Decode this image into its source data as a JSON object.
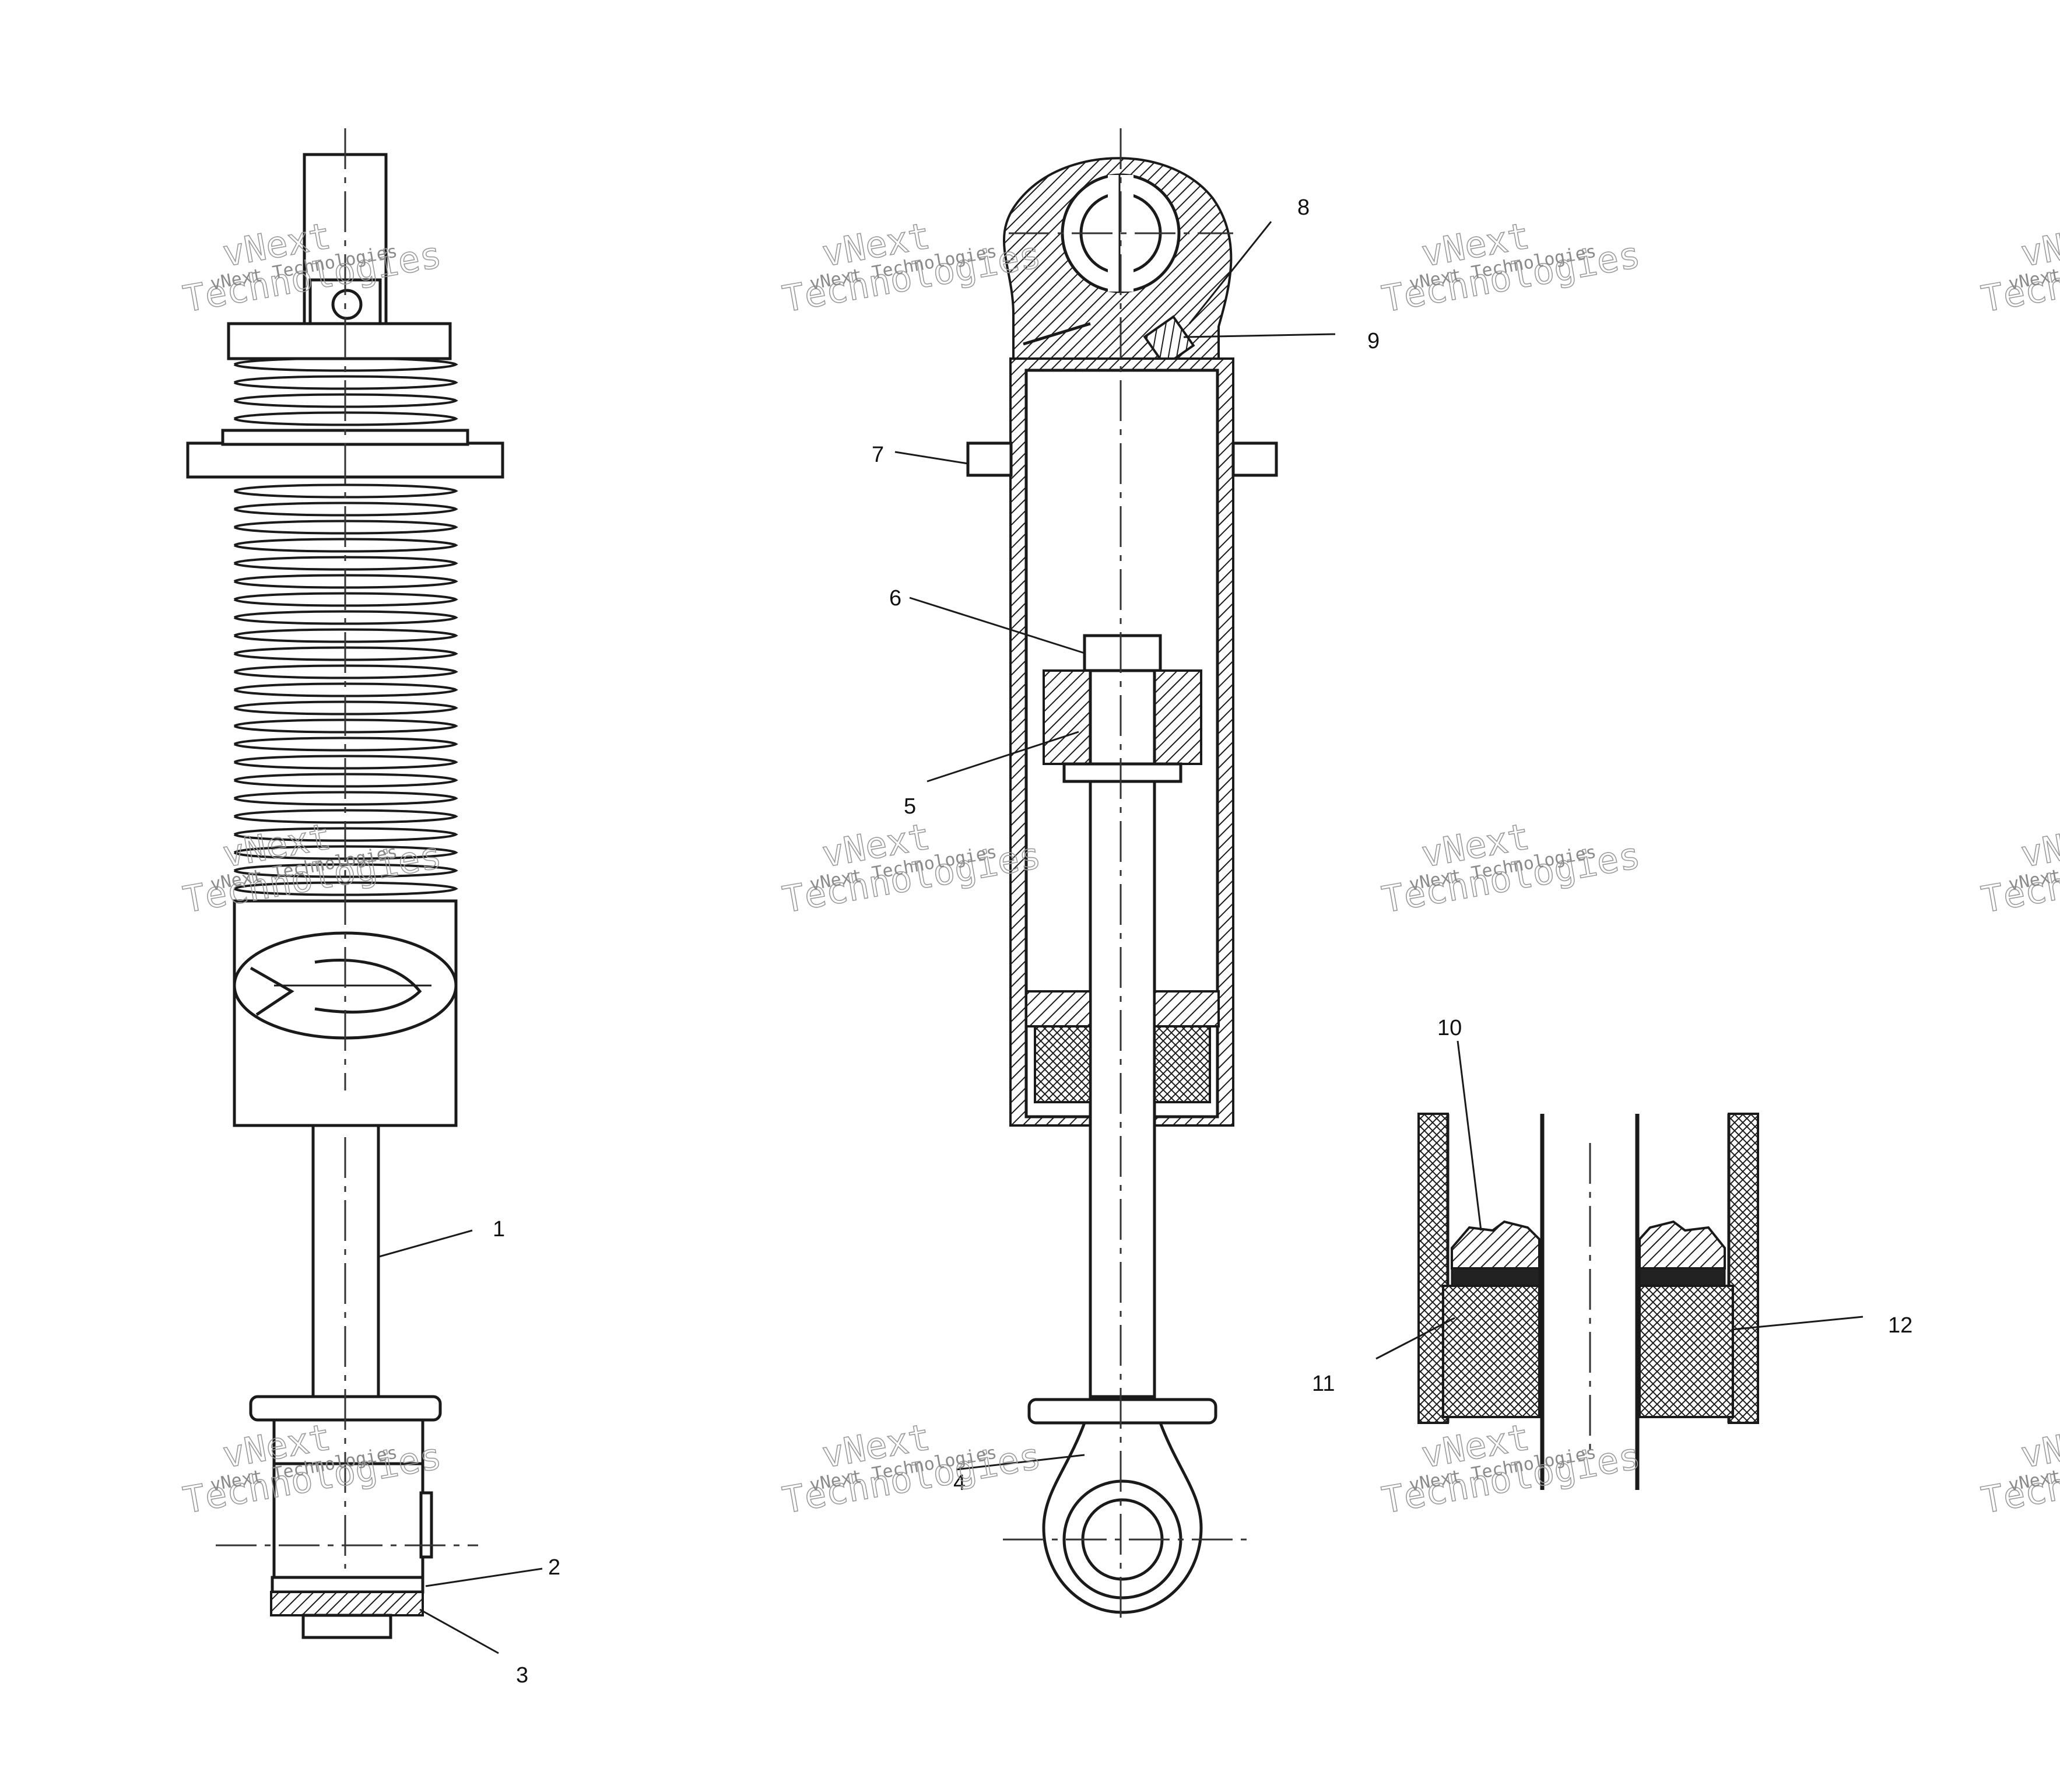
{
  "callouts": [
    {
      "id": "1",
      "text": "1"
    },
    {
      "id": "2",
      "text": "2"
    },
    {
      "id": "3",
      "text": "3"
    },
    {
      "id": "4",
      "text": "4"
    },
    {
      "id": "5",
      "text": "5"
    },
    {
      "id": "6",
      "text": "6"
    },
    {
      "id": "7",
      "text": "7"
    },
    {
      "id": "8",
      "text": "8"
    },
    {
      "id": "9",
      "text": "9"
    },
    {
      "id": "10",
      "text": "10"
    },
    {
      "id": "11",
      "text": "11"
    },
    {
      "id": "12",
      "text": "12"
    }
  ],
  "watermark": {
    "small": "vNext Technologies",
    "large_line1": "vNext",
    "large_line2": "Technologies"
  }
}
